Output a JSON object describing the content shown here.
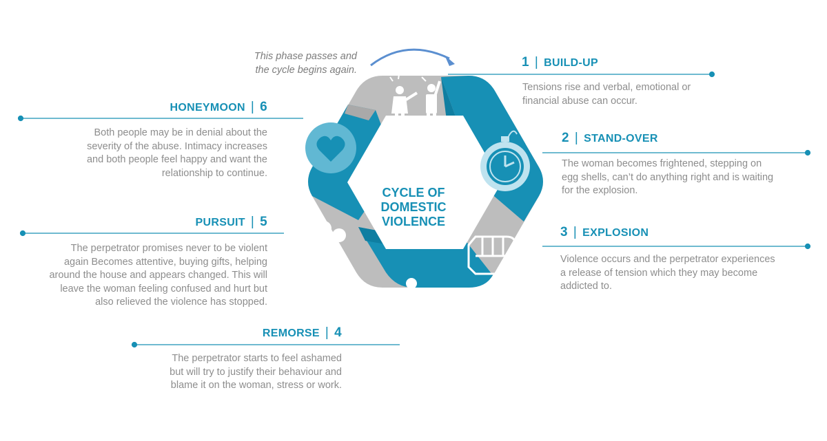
{
  "title": [
    "CYCLE OF",
    "DOMESTIC",
    "VIOLENCE"
  ],
  "note": [
    "This phase passes and",
    "the cycle begins again."
  ],
  "phases": [
    {
      "num": "1",
      "name": "BUILD-UP",
      "icon": "arguing-people-icon",
      "lines": [
        "Tensions rise and verbal, emotional or",
        "financial abuse can occur."
      ]
    },
    {
      "num": "2",
      "name": "STAND-OVER",
      "icon": "stopwatch-icon",
      "lines": [
        "The woman becomes frightened, stepping on",
        "egg shells, can’t do anything right and is waiting",
        "for the explosion."
      ]
    },
    {
      "num": "3",
      "name": "EXPLOSION",
      "icon": "fist-icon",
      "lines": [
        "Violence occurs and the perpetrator experiences",
        "a release of tension which they may become",
        "addicted to."
      ]
    },
    {
      "num": "4",
      "name": "REMORSE",
      "icon": "regretful-person-icon",
      "lines": [
        "The perpetrator starts to feel ashamed",
        "but will try to justify their behaviour and",
        "blame it on the woman, stress or work."
      ]
    },
    {
      "num": "5",
      "name": "PURSUIT",
      "icon": "flowers-icon",
      "lines": [
        "The perpetrator promises never to be violent",
        "again Becomes attentive, buying gifts, helping",
        "around the house and appears changed. This will",
        "leave the woman feeling confused and hurt but",
        "also relieved the violence has stopped."
      ]
    },
    {
      "num": "6",
      "name": "HONEYMOON",
      "icon": "heart-icon",
      "lines": [
        "Both people may be in denial about the",
        "severity of the abuse. Intimacy increases",
        "and both people feel happy and want the",
        "relationship to continue."
      ]
    }
  ],
  "colors": {
    "blue": "#1790b5",
    "blue_dark": "#0f7ea1",
    "gray": "#bdbdbd",
    "gray_dark": "#a9a9a9",
    "text": "#8d8d8d",
    "line": "#1790b5",
    "arrow": "#5b8fd0"
  }
}
